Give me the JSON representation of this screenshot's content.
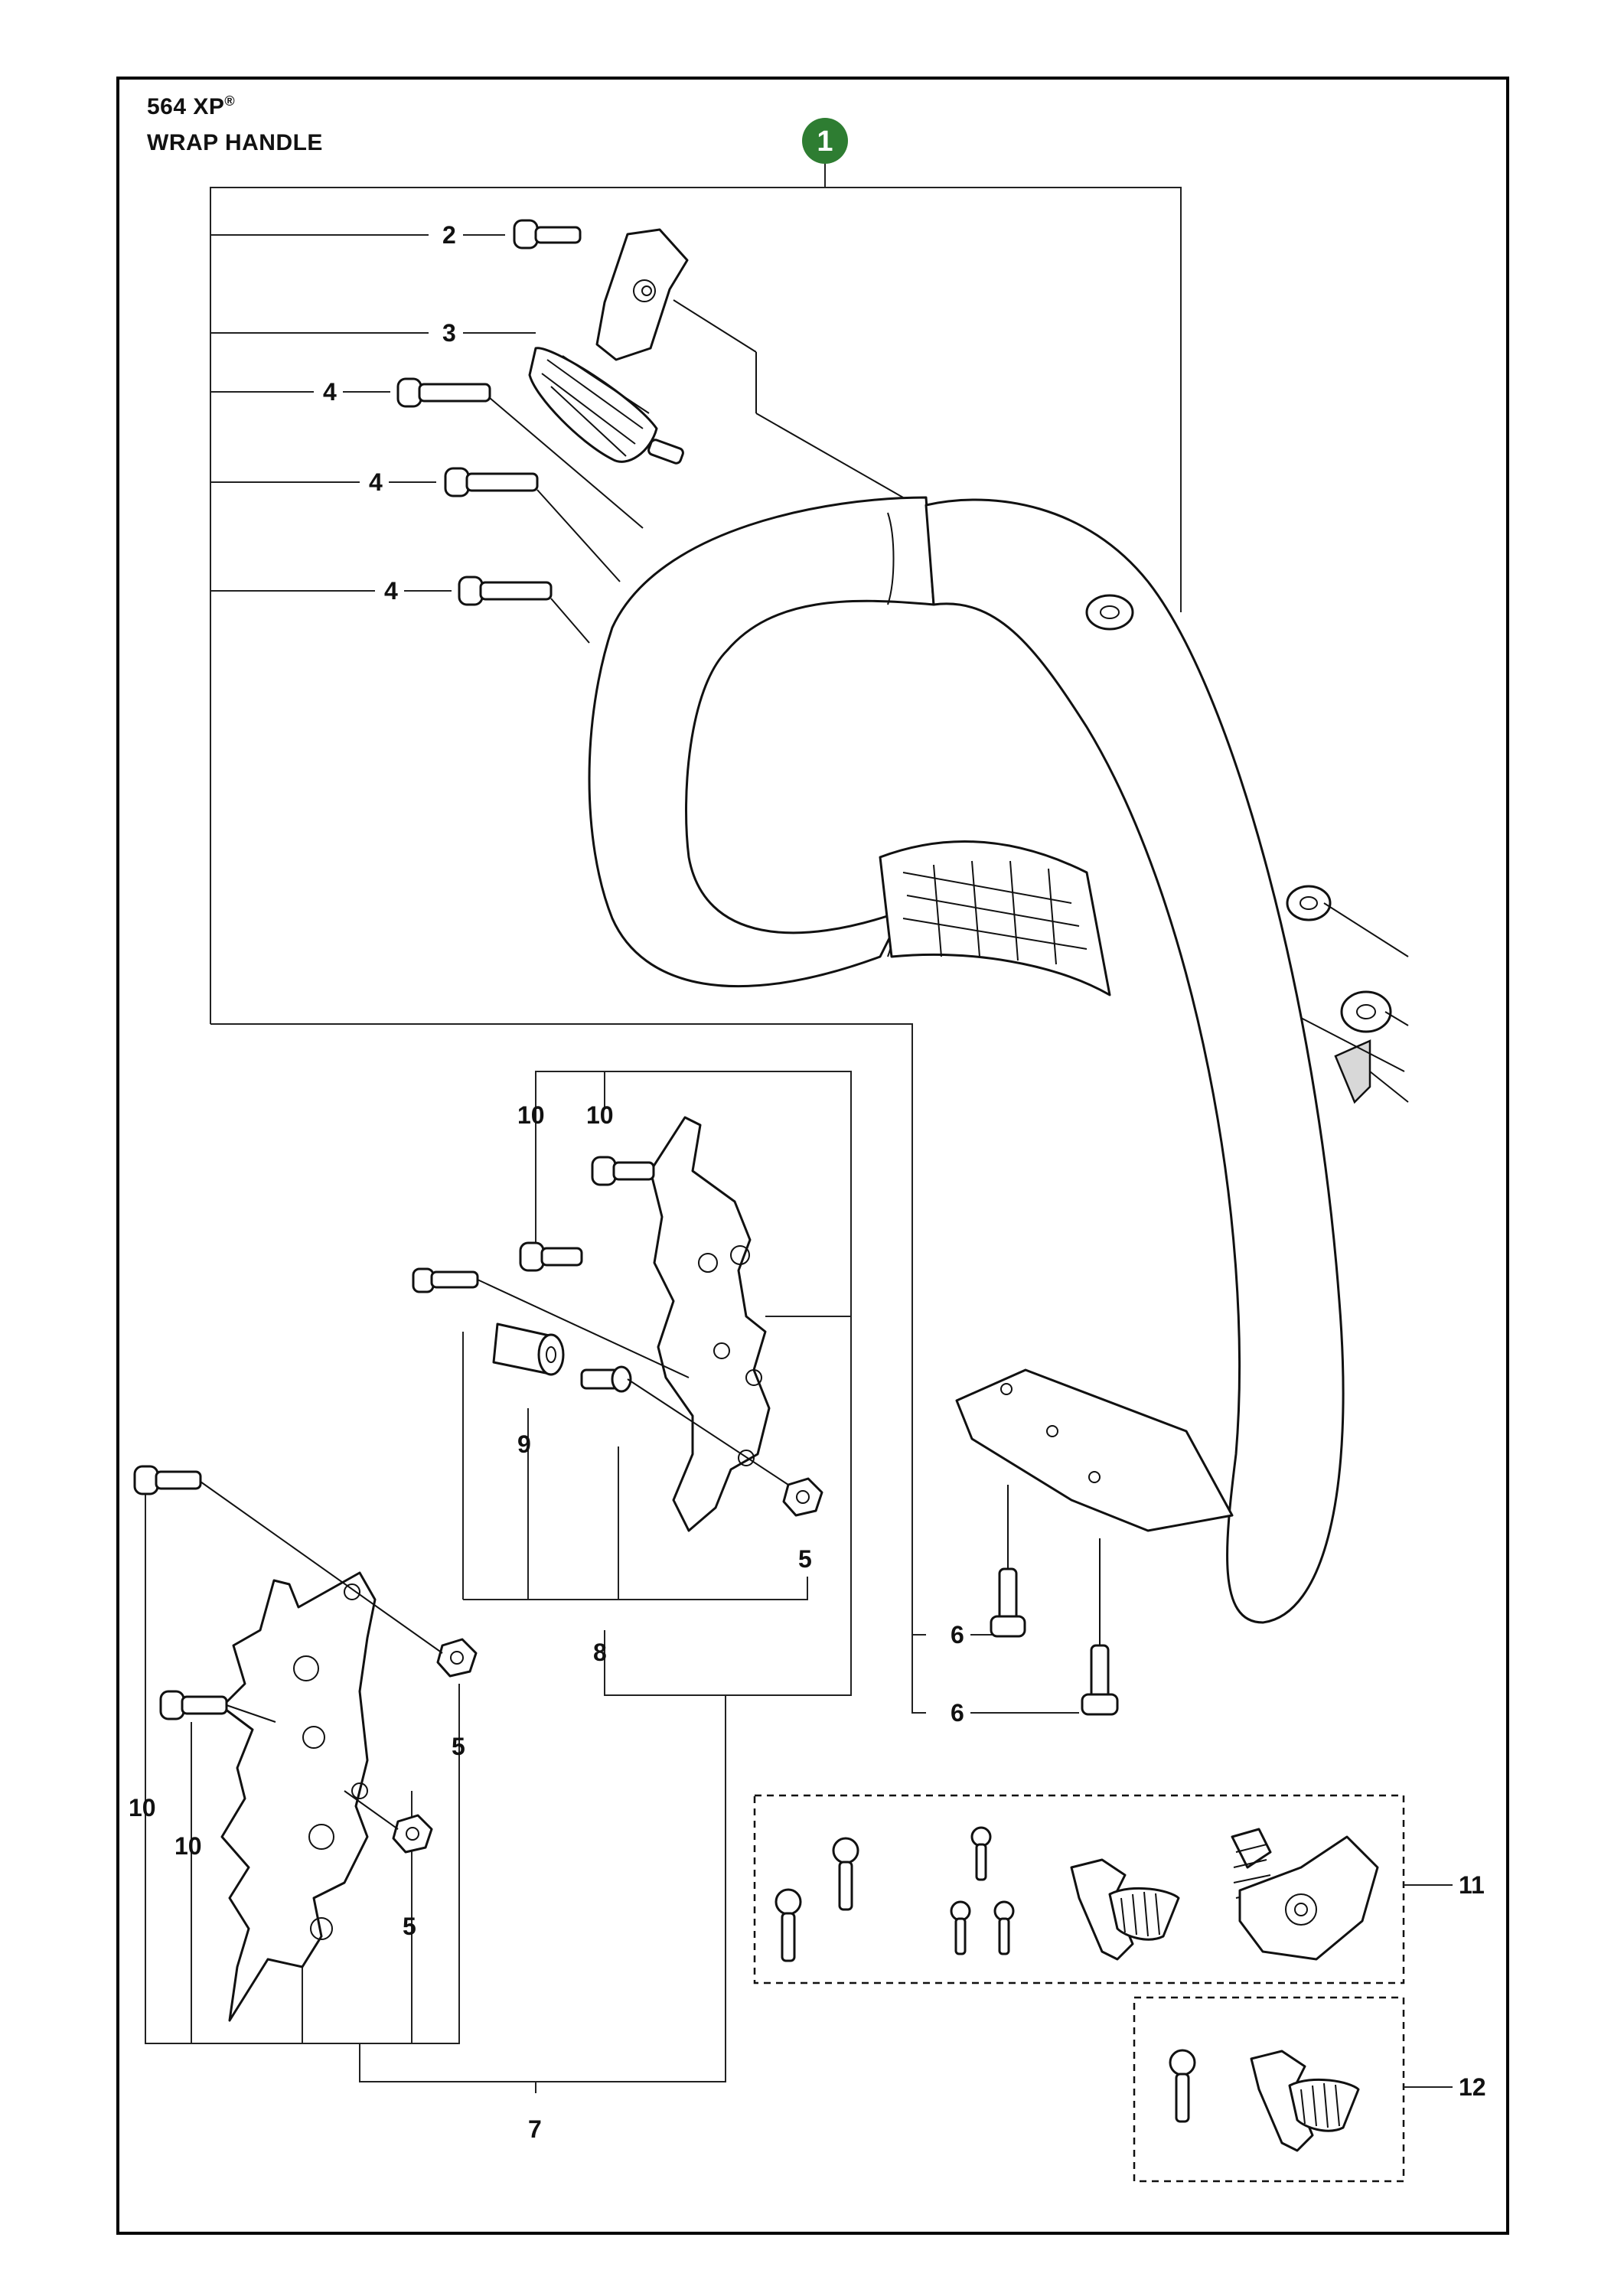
{
  "header": {
    "model": "564 XP",
    "trademark": "®",
    "section": "WRAP HANDLE"
  },
  "badge": {
    "label": "1",
    "color": "#2e7d32"
  },
  "callouts": {
    "c2": "2",
    "c3": "3",
    "c4a": "4",
    "c4b": "4",
    "c4c": "4",
    "c5a": "5",
    "c5b": "5",
    "c5c": "5",
    "c6a": "6",
    "c6b": "6",
    "c7": "7",
    "c8": "8",
    "c9": "9",
    "c10a": "10",
    "c10b": "10",
    "c10c": "10",
    "c10d": "10",
    "c11": "11",
    "c12": "12"
  },
  "colors": {
    "line": "#222222",
    "frame": "#000000",
    "badge": "#2e7d32"
  }
}
